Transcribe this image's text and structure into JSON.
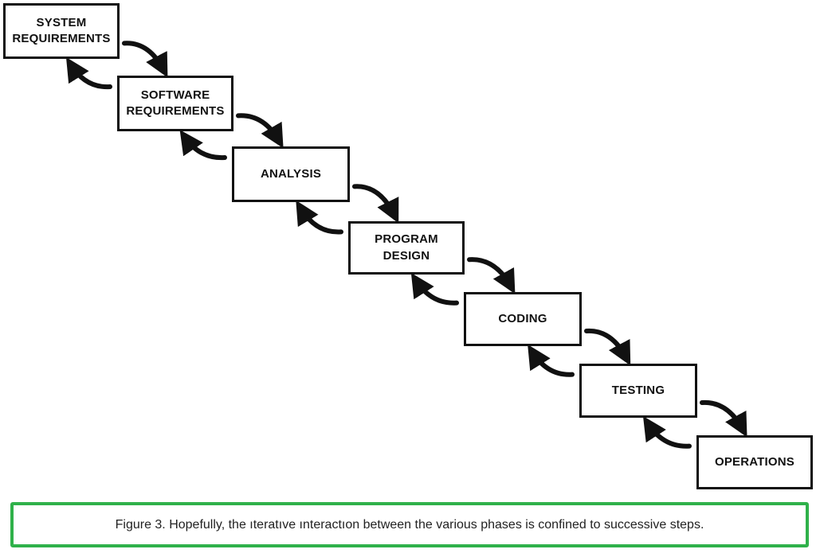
{
  "phases": [
    {
      "label": "SYSTEM\nREQUIREMENTS"
    },
    {
      "label": "SOFTWARE\nREQUIREMENTS"
    },
    {
      "label": "ANALYSIS"
    },
    {
      "label": "PROGRAM\nDESIGN"
    },
    {
      "label": "CODING"
    },
    {
      "label": "TESTING"
    },
    {
      "label": "OPERATIONS"
    }
  ],
  "caption": "Figure 3.  Hopefully, the ıteratıve ınteractıon between the various phases is confined to successive steps.",
  "colors": {
    "ink": "#111111",
    "caption_border": "#2fb14a"
  }
}
